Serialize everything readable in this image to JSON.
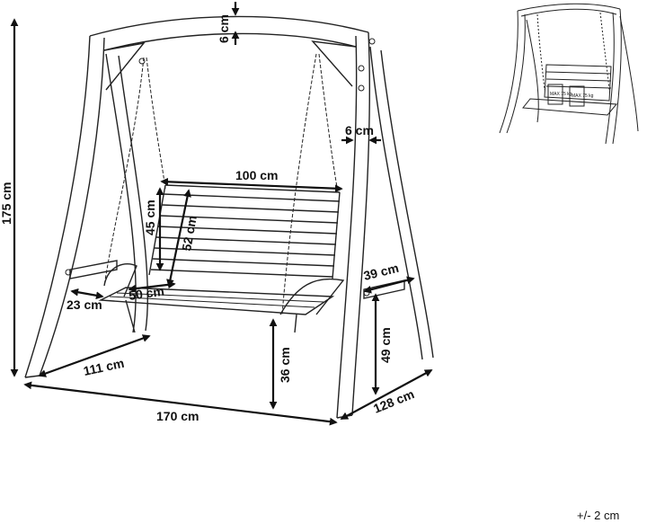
{
  "dimensions": {
    "total_height": "175 cm",
    "top_beam": "6 cm",
    "post_thickness": "6 cm",
    "seat_width": "100 cm",
    "backrest_height": "45 cm",
    "backrest_diagonal": "52 cm",
    "seat_depth": "50 cm",
    "armrest_side": "23 cm",
    "side_depth": "111 cm",
    "total_width": "170 cm",
    "seat_height": "36 cm",
    "side_table_depth": "39 cm",
    "side_table_height": "49 cm",
    "base_depth": "128 cm"
  },
  "tolerance": "+/- 2 cm",
  "thumbnail": {
    "tag_left": "MAX 75 kg",
    "tag_right": "MAX 75 kg"
  }
}
